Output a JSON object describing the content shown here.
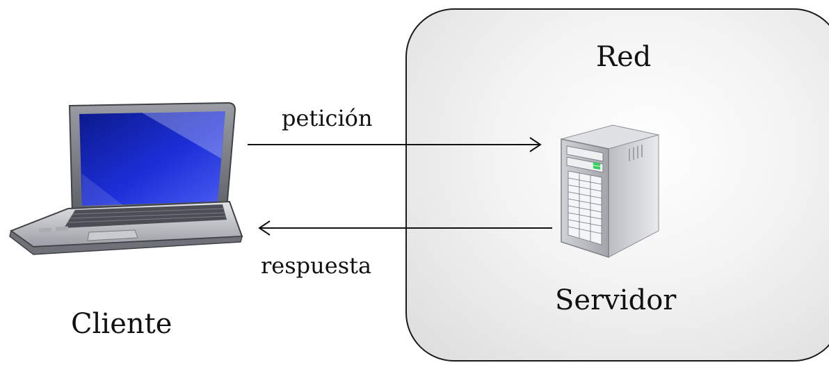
{
  "diagram": {
    "network_label": "Red",
    "server_label": "Servidor",
    "client_label": "Cliente",
    "request_label": "petición",
    "response_label": "respuesta"
  },
  "icons": {
    "client": "laptop-icon",
    "server": "server-tower-icon"
  },
  "colors": {
    "network_border": "#1a1a1a",
    "screen_blue": "#1c2fd8",
    "server_led": "#2fd35a"
  }
}
